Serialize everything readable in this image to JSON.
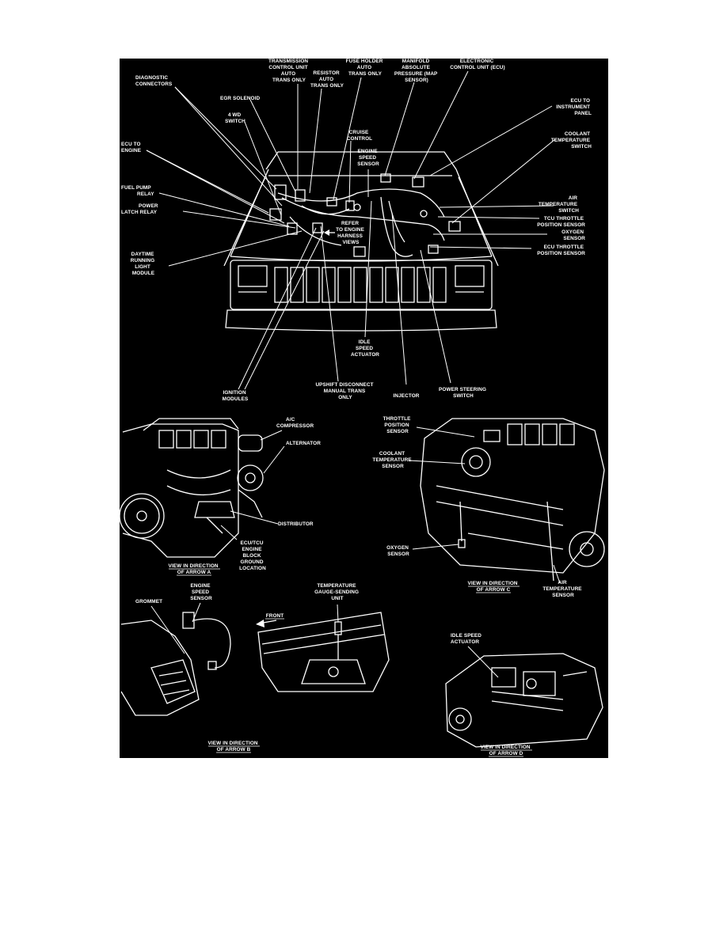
{
  "colors": {
    "background": "#000000",
    "linework": "#ffffff",
    "page": "#ffffff"
  },
  "top_view": {
    "labels": {
      "transmission": [
        "TRANSMISSION",
        "CONTROL UNIT",
        "AUTO",
        "TRANS ONLY"
      ],
      "resistor": [
        "RESISTOR",
        "AUTO",
        "TRANS ONLY"
      ],
      "fuse_holder": [
        "FUSE HOLDER",
        "AUTO",
        "TRANS ONLY"
      ],
      "map_sensor": [
        "MANIFOLD",
        "ABSOLUTE",
        "PRESSURE (MAP",
        "SENSOR)"
      ],
      "ecu": [
        "ELECTRONIC",
        "CONTROL UNIT (ECU)"
      ],
      "diagnostic": [
        "DIAGNOSTIC",
        "CONNECTORS"
      ],
      "egr": [
        "EGR SOLENOID"
      ],
      "four_wd": [
        "4 WD",
        "SWITCH"
      ],
      "cruise": [
        "CRUISE",
        "CONTROL"
      ],
      "engine_speed": [
        "ENGINE",
        "SPEED",
        "SENSOR"
      ],
      "ecu_to_instrument": [
        "ECU TO",
        "INSTRUMENT",
        "PANEL"
      ],
      "coolant_switch": [
        "COOLANT",
        "TEMPERATURE",
        "SWITCH"
      ],
      "ecu_to_engine": [
        "ECU TO",
        "ENGINE"
      ],
      "fuel_pump": [
        "FUEL PUMP",
        "RELAY"
      ],
      "power_latch": [
        "POWER",
        "LATCH RELAY"
      ],
      "refer": [
        "REFER",
        "TO ENGINE",
        "HARNESS",
        "VIEWS"
      ],
      "air_temp_switch": [
        "AIR",
        "TEMPERATURE",
        "SWITCH"
      ],
      "tcu_throttle": [
        "TCU THROTTLE",
        "POSITION SENSOR"
      ],
      "oxygen": [
        "OXYGEN",
        "SENSOR"
      ],
      "ecu_throttle": [
        "ECU THROTTLE",
        "POSITION SENSOR"
      ],
      "daytime": [
        "DAYTIME",
        "RUNNING",
        "LIGHT",
        "MODULE"
      ],
      "idle_speed": [
        "IDLE",
        "SPEED",
        "ACTUATOR"
      ],
      "ignition": [
        "IGNITION",
        "MODULES"
      ],
      "upshift": [
        "UPSHIFT DISCONNECT",
        "MANUAL TRANS",
        "ONLY"
      ],
      "injector": [
        "INJECTOR"
      ],
      "power_steering": [
        "POWER STEERING",
        "SWITCH"
      ]
    }
  },
  "view_a": {
    "labels": {
      "ac": [
        "A/C",
        "COMPRESSOR"
      ],
      "alternator": [
        "ALTERNATOR"
      ],
      "distributor": [
        "DISTRIBUTOR"
      ],
      "ground": [
        "ECU/TCU",
        "ENGINE",
        "BLOCK",
        "GROUND",
        "LOCATION"
      ]
    },
    "caption": [
      "VIEW IN DIRECTION",
      "OF ARROW A"
    ]
  },
  "view_c": {
    "labels": {
      "throttle": [
        "THROTTLE",
        "POSITION",
        "SENSOR"
      ],
      "coolant_sensor": [
        "COOLANT",
        "TEMPERATURE",
        "SENSOR"
      ],
      "oxygen": [
        "OXYGEN",
        "SENSOR"
      ],
      "air_temp_sensor": [
        "AIR",
        "TEMPERATURE",
        "SENSOR"
      ]
    },
    "caption": [
      "VIEW IN DIRECTION",
      "OF ARROW C"
    ]
  },
  "view_b": {
    "labels": {
      "grommet": [
        "GROMMET"
      ],
      "engine_speed": [
        "ENGINE",
        "SPEED",
        "SENSOR"
      ],
      "temperature_gauge": [
        "TEMPERATURE",
        "GAUGE-SENDING",
        "UNIT"
      ],
      "front": [
        "FRONT"
      ]
    },
    "caption": [
      "VIEW IN DIRECTION",
      "OF ARROW B"
    ]
  },
  "view_d": {
    "labels": {
      "idle": [
        "IDLE SPEED",
        "ACTUATOR"
      ]
    },
    "caption": [
      "VIEW IN DIRECTION",
      "OF ARROW D"
    ]
  }
}
